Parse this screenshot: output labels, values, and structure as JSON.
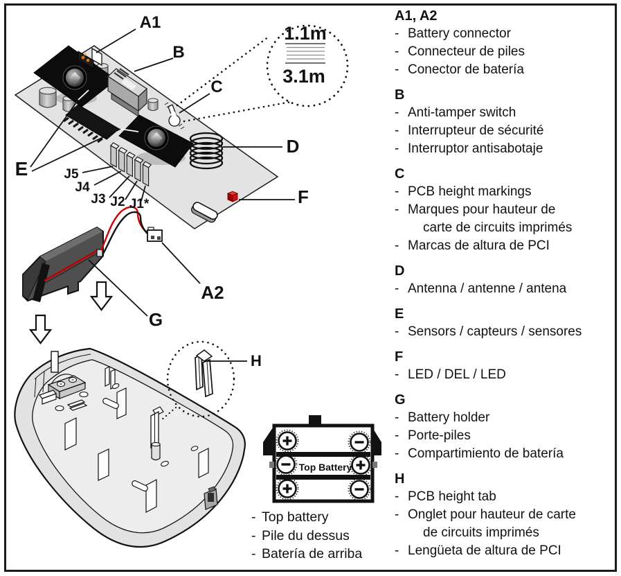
{
  "dash": "-",
  "figure": {
    "callouts": {
      "a1": "A1",
      "b": "B",
      "c": "C",
      "d": "D",
      "e": "E",
      "f": "F",
      "a2": "A2",
      "g": "G",
      "h": "H",
      "j5": "J5",
      "j4": "J4",
      "j3": "J3",
      "j2": "J2",
      "j1": "J1*"
    },
    "height_markings": {
      "top": "1.1m",
      "bottom": "3.1m"
    },
    "battery_diagram": {
      "slot_label": "Top Battery"
    },
    "battery_caption": {
      "items": [
        "Top battery",
        "Pile du dessus",
        "Batería de arriba"
      ]
    },
    "colors": {
      "wire_red": "#d40000",
      "led_red": "#cc1010",
      "pcb_gray": "#e3e3e3"
    }
  },
  "legend": {
    "sections": [
      {
        "id": "A1, A2",
        "items": [
          "Battery connector",
          "Connecteur de piles",
          "Conector de batería"
        ]
      },
      {
        "id": "B",
        "items": [
          "Anti-tamper switch",
          "Interrupteur de sécurité",
          "Interruptor antisabotaje"
        ]
      },
      {
        "id": "C",
        "items": [
          "PCB height markings",
          "Marques pour hauteur de\ncarte de circuits imprimés",
          "Marcas de altura de PCI"
        ]
      },
      {
        "id": "D",
        "items": [
          "Antenna / antenne / antena"
        ]
      },
      {
        "id": "E",
        "items": [
          "Sensors / capteurs / sensores"
        ]
      },
      {
        "id": "F",
        "items": [
          "LED / DEL / LED"
        ]
      },
      {
        "id": "G",
        "items": [
          "Battery holder",
          "Porte-piles",
          "Compartimiento de batería"
        ]
      },
      {
        "id": "H",
        "items": [
          "PCB height tab",
          "Onglet pour hauteur de carte\nde circuits imprimés",
          "Lengüeta de altura de PCI"
        ]
      }
    ]
  }
}
